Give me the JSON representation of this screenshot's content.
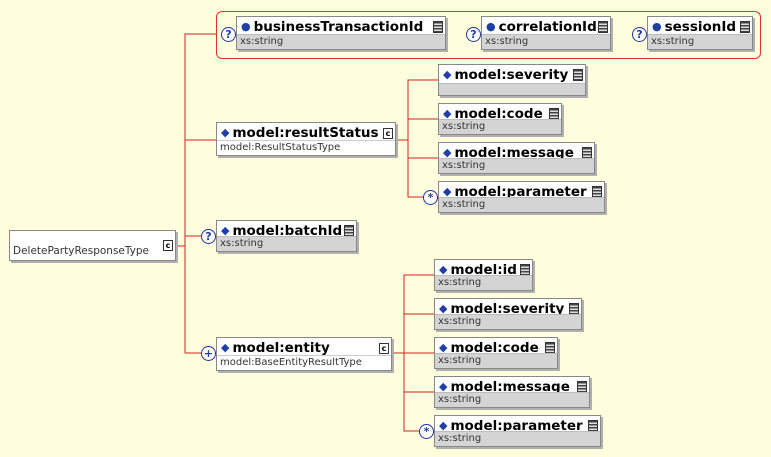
{
  "root": {
    "label": "DeletePartyResponseType"
  },
  "attributes": [
    {
      "name": "businessTransactionId",
      "type": "xs:string",
      "optional": "?"
    },
    {
      "name": "correlationId",
      "type": "xs:string",
      "optional": "?"
    },
    {
      "name": "sessionId",
      "type": "xs:string",
      "optional": "?"
    }
  ],
  "resultStatus": {
    "name": "model:resultStatus",
    "type": "model:ResultStatusType",
    "children": [
      {
        "name": "model:severity",
        "type": ""
      },
      {
        "name": "model:code",
        "type": "xs:string"
      },
      {
        "name": "model:message",
        "type": "xs:string"
      },
      {
        "name": "model:parameter",
        "type": "xs:string",
        "occ": "*"
      }
    ]
  },
  "batchId": {
    "name": "model:batchId",
    "type": "xs:string",
    "optional": "?"
  },
  "entity": {
    "name": "model:entity",
    "type": "model:BaseEntityResultType",
    "occ": "+",
    "children": [
      {
        "name": "model:id",
        "type": "xs:string"
      },
      {
        "name": "model:severity",
        "type": "xs:string"
      },
      {
        "name": "model:code",
        "type": "xs:string"
      },
      {
        "name": "model:message",
        "type": "xs:string"
      },
      {
        "name": "model:parameter",
        "type": "xs:string",
        "occ": "*"
      }
    ]
  },
  "symbols": {
    "element": "◆",
    "attribute": "●",
    "complex_type": "c"
  },
  "colors": {
    "background": "#ffffde",
    "connector": "#d02020",
    "bullet": "#1f3ea6"
  }
}
